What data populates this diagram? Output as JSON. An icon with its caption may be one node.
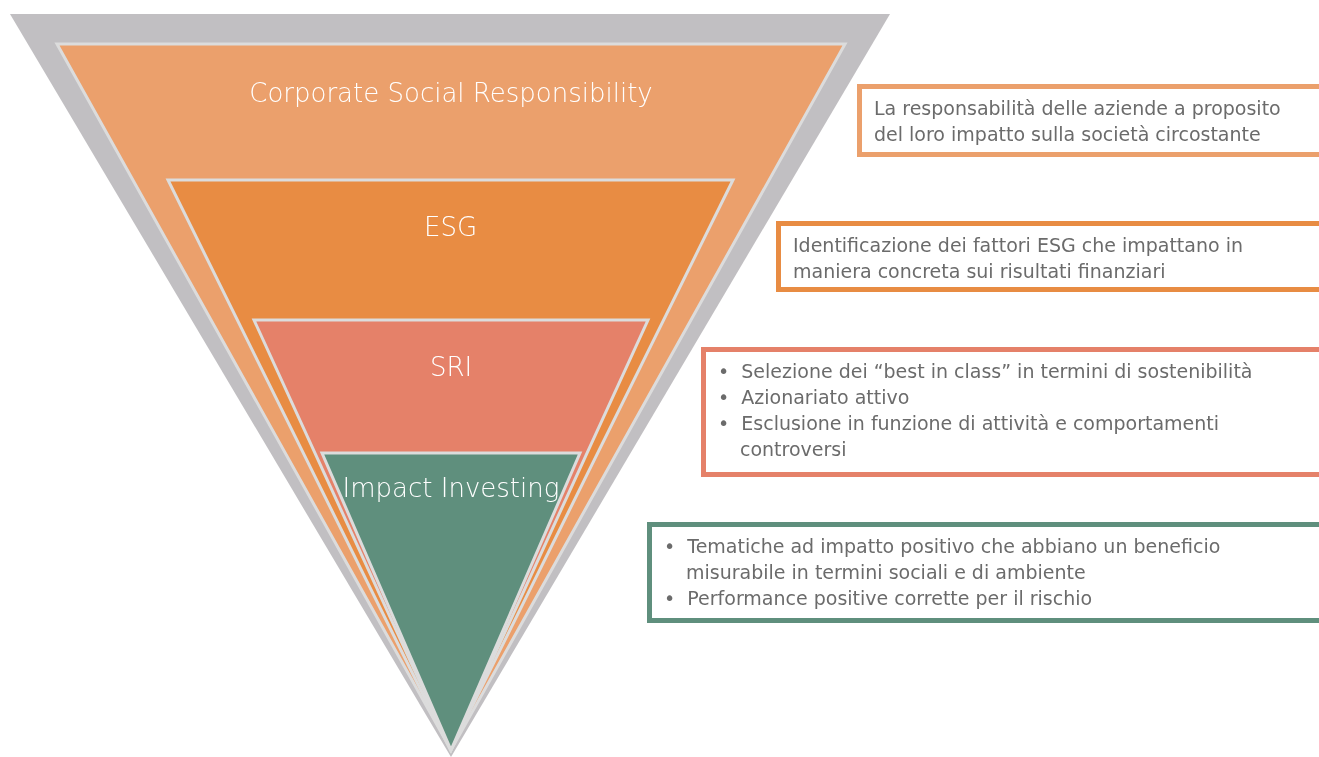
{
  "diagram": {
    "nodes": [
      {
        "text": [
          "Corporate Social Responsibility"
        ]
      },
      {
        "text": [
          "ESG"
        ],
        "in": 0
      },
      {
        "text": [
          "SRI"
        ],
        "in": 1
      },
      {
        "text": [
          "Impact Investing"
        ],
        "in": 2
      },
      {
        "text": [
          "La responsabilità delle aziende a proposito del loro impatto sulla società circostante"
        ]
      },
      {
        "text": [
          "Identificazione dei fattori ESG che impattano in maniera concreta sui risultati finanziari"
        ]
      },
      {
        "text": [
          "•  Selezione dei “best in class” in termini di sostenibilità",
          "•  Azionariato attivo",
          "•  Esclusione in funzione di attività e comportamenti controversi"
        ]
      },
      {
        "text": [
          "•  Tematiche ad impatto positivo che abbiano un beneficio misurabile in termini sociali e di ambiente",
          "•  Performance positive corrette per il rischio"
        ]
      }
    ],
    "edges": []
  }
}
